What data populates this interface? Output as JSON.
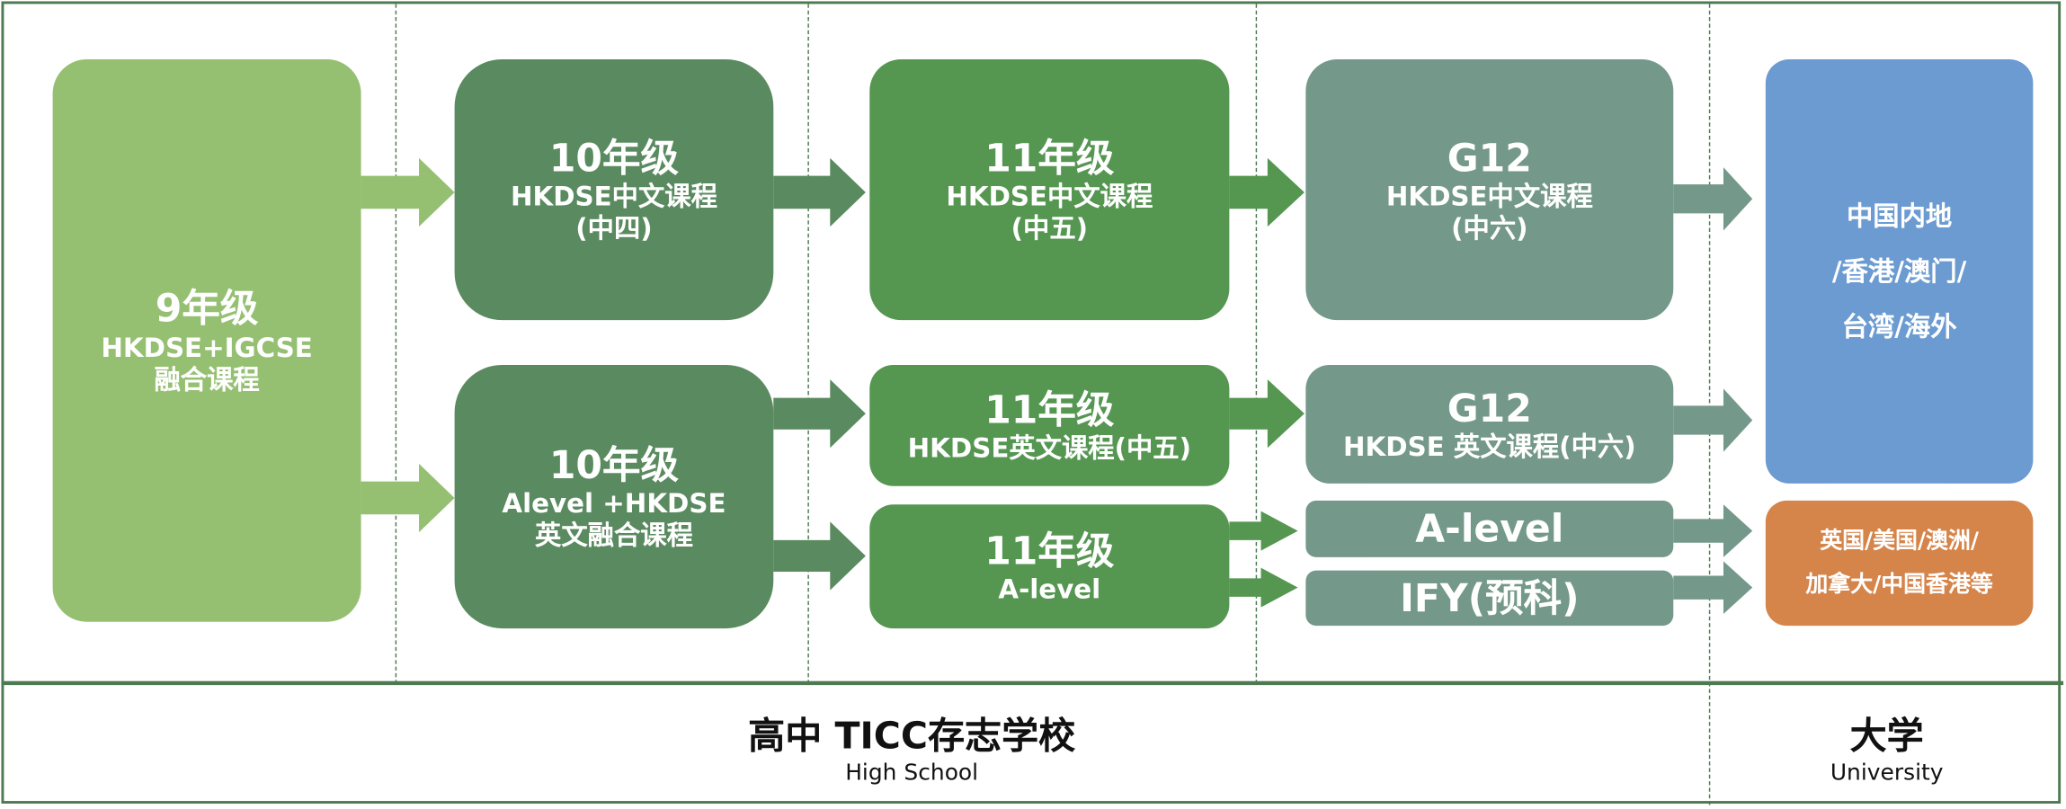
{
  "colors": {
    "grade9": "#95c072",
    "grade10": "#5a8a5f",
    "grade11": "#559651",
    "grade12": "#74988a",
    "blue": "#6b9bd1",
    "orange": "#d5844a",
    "frame": "#4e7a52"
  },
  "grade9": {
    "title": "9年级",
    "line1": "HKDSE+IGCSE",
    "line2": "融合课程"
  },
  "grade10_top": {
    "title": "10年级",
    "line1": "HKDSE中文课程",
    "line2": "(中四)"
  },
  "grade10_bottom": {
    "title": "10年级",
    "line1": "Alevel +HKDSE",
    "line2": "英文融合课程"
  },
  "grade11_top": {
    "title": "11年级",
    "line1": "HKDSE中文课程",
    "line2": "(中五)"
  },
  "grade11_mid": {
    "title": "11年级",
    "line1": "HKDSE英文课程(中五)"
  },
  "grade11_bottom": {
    "title": "11年级",
    "line1": "A-level"
  },
  "g12_top": {
    "title": "G12",
    "line1": "HKDSE中文课程",
    "line2": "(中六)"
  },
  "g12_mid": {
    "title": "G12",
    "line1": "HKDSE 英文课程(中六)"
  },
  "g12_alevel": {
    "title": "A-level"
  },
  "g12_ify": {
    "title": "IFY(预科)"
  },
  "uni_domestic": {
    "line1": "中国内地",
    "line2": "/香港/澳门/",
    "line3": "台湾/海外"
  },
  "uni_abroad": {
    "line1": "英国/美国/澳洲/",
    "line2": "加拿大/中国香港等"
  },
  "footer": {
    "school_title": "高中  TICC存志学校",
    "school_subtitle": "High School",
    "uni_title": "大学",
    "uni_subtitle": "University"
  }
}
